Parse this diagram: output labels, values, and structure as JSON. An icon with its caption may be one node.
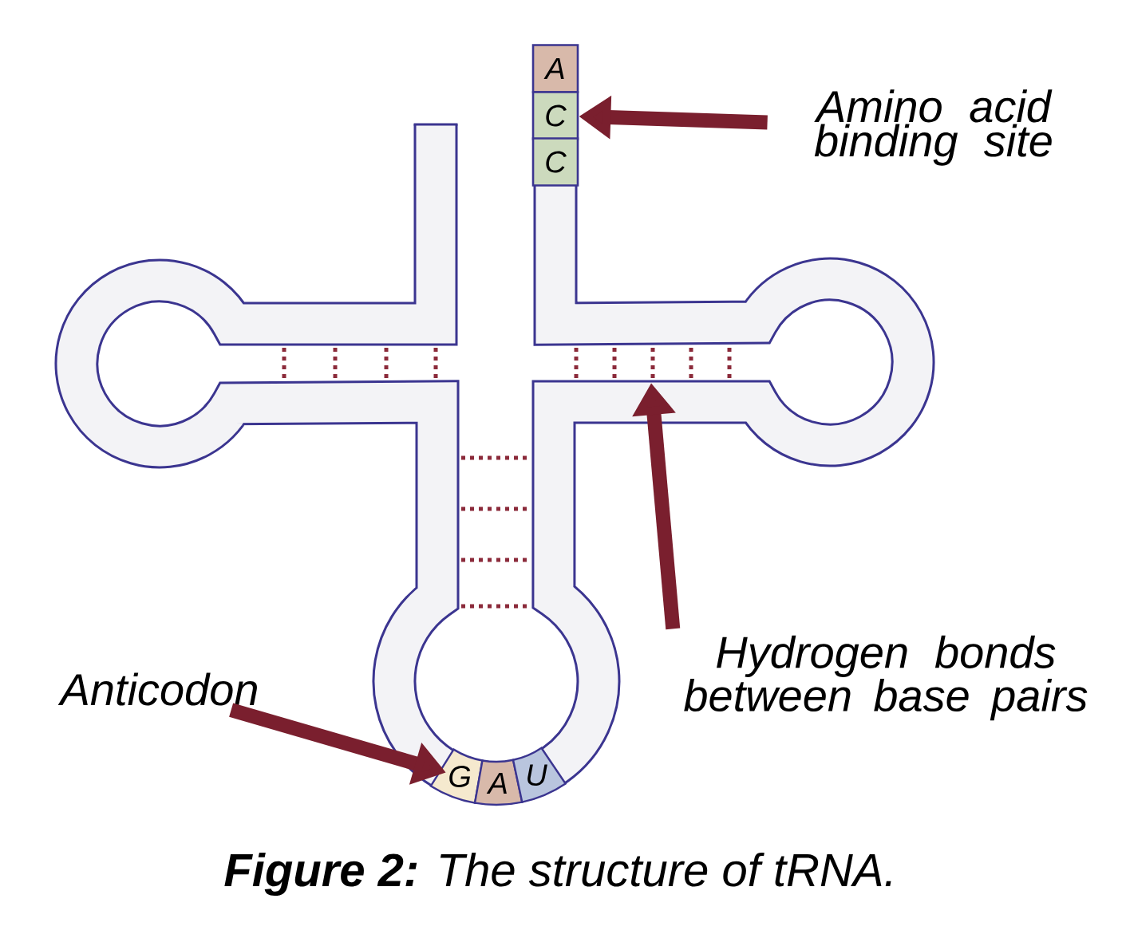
{
  "diagram": {
    "caption": "**Figure 2:** The structure of tRNA.",
    "nodes": [
      {
        "text": [
          "Amino acid binding site"
        ]
      },
      {
        "text": [
          "A"
        ]
      },
      {
        "text": [
          "C"
        ]
      },
      {
        "text": [
          "C"
        ]
      },
      {
        "text": [
          "Hydrogen bonds between base pairs"
        ]
      },
      {
        "text": [
          "Anticodon"
        ]
      },
      {
        "text": [
          "G"
        ]
      },
      {
        "text": [
          "A"
        ]
      },
      {
        "text": [
          "U"
        ]
      }
    ],
    "edges": [
      {
        "from": 0,
        "to": 2,
        "arrow": "to"
      },
      {
        "from": 4,
        "to": null,
        "arrow": "to"
      },
      {
        "from": 5,
        "to": 6,
        "arrow": "to"
      }
    ]
  }
}
